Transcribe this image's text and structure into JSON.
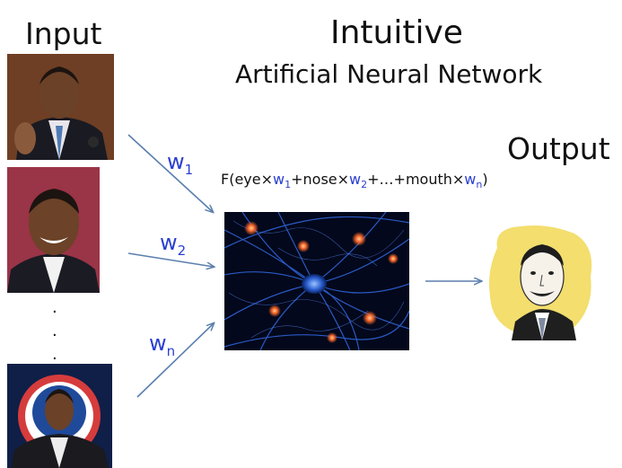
{
  "labels": {
    "input": "Input",
    "title_line1": "Intuitive",
    "title_line2": "Artificial Neural Network",
    "output": "Output"
  },
  "formula": {
    "prefix": "F(eye×",
    "w1": "w",
    "w1_sub": "1",
    "mid1": "+nose×",
    "w2": "w",
    "w2_sub": "2",
    "mid2": "+…+mouth×",
    "wn": "w",
    "wn_sub": "n",
    "suffix": ")"
  },
  "weights": [
    {
      "base": "w",
      "sub": "1"
    },
    {
      "base": "w",
      "sub": "2"
    },
    {
      "base": "w",
      "sub": "n"
    }
  ],
  "ellipsis": [
    ".",
    ".",
    "."
  ],
  "colors": {
    "arrow": "#5b7fae",
    "weight_text": "#2a3fd1",
    "neuron_line": "#3b6fd8",
    "neuron_glow": "#ff6a2a",
    "sketch_bg": "#f3de6e"
  },
  "images": {
    "input_1": "portrait-photo",
    "input_2": "portrait-photo",
    "input_n": "portrait-photo",
    "network": "neuron-network-image",
    "output": "sketch-portrait"
  }
}
